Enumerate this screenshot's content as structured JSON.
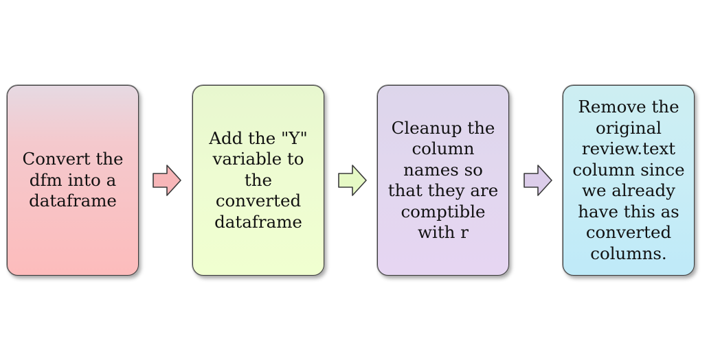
{
  "steps": [
    {
      "text": "Convert the\ndfm into a\ndataframe",
      "color": "#fdbcbc"
    },
    {
      "text": "Add the \"Y\"\nvariable to\nthe\nconverted\ndataframe",
      "color": "#f0ffd0"
    },
    {
      "text": "Cleanup the\ncolumn\nnames so\nthat they are\ncomptible\nwith r",
      "color": "#e6d6f2"
    },
    {
      "text": "Remove the\noriginal\nreview.text\ncolumn since\nwe already\nhave this as\nconverted\ncolumns.",
      "color": "#bfeaf8"
    }
  ],
  "arrows": [
    {
      "color": "#f7b6b8"
    },
    {
      "color": "#e6f9c5"
    },
    {
      "color": "#dccdea"
    }
  ]
}
